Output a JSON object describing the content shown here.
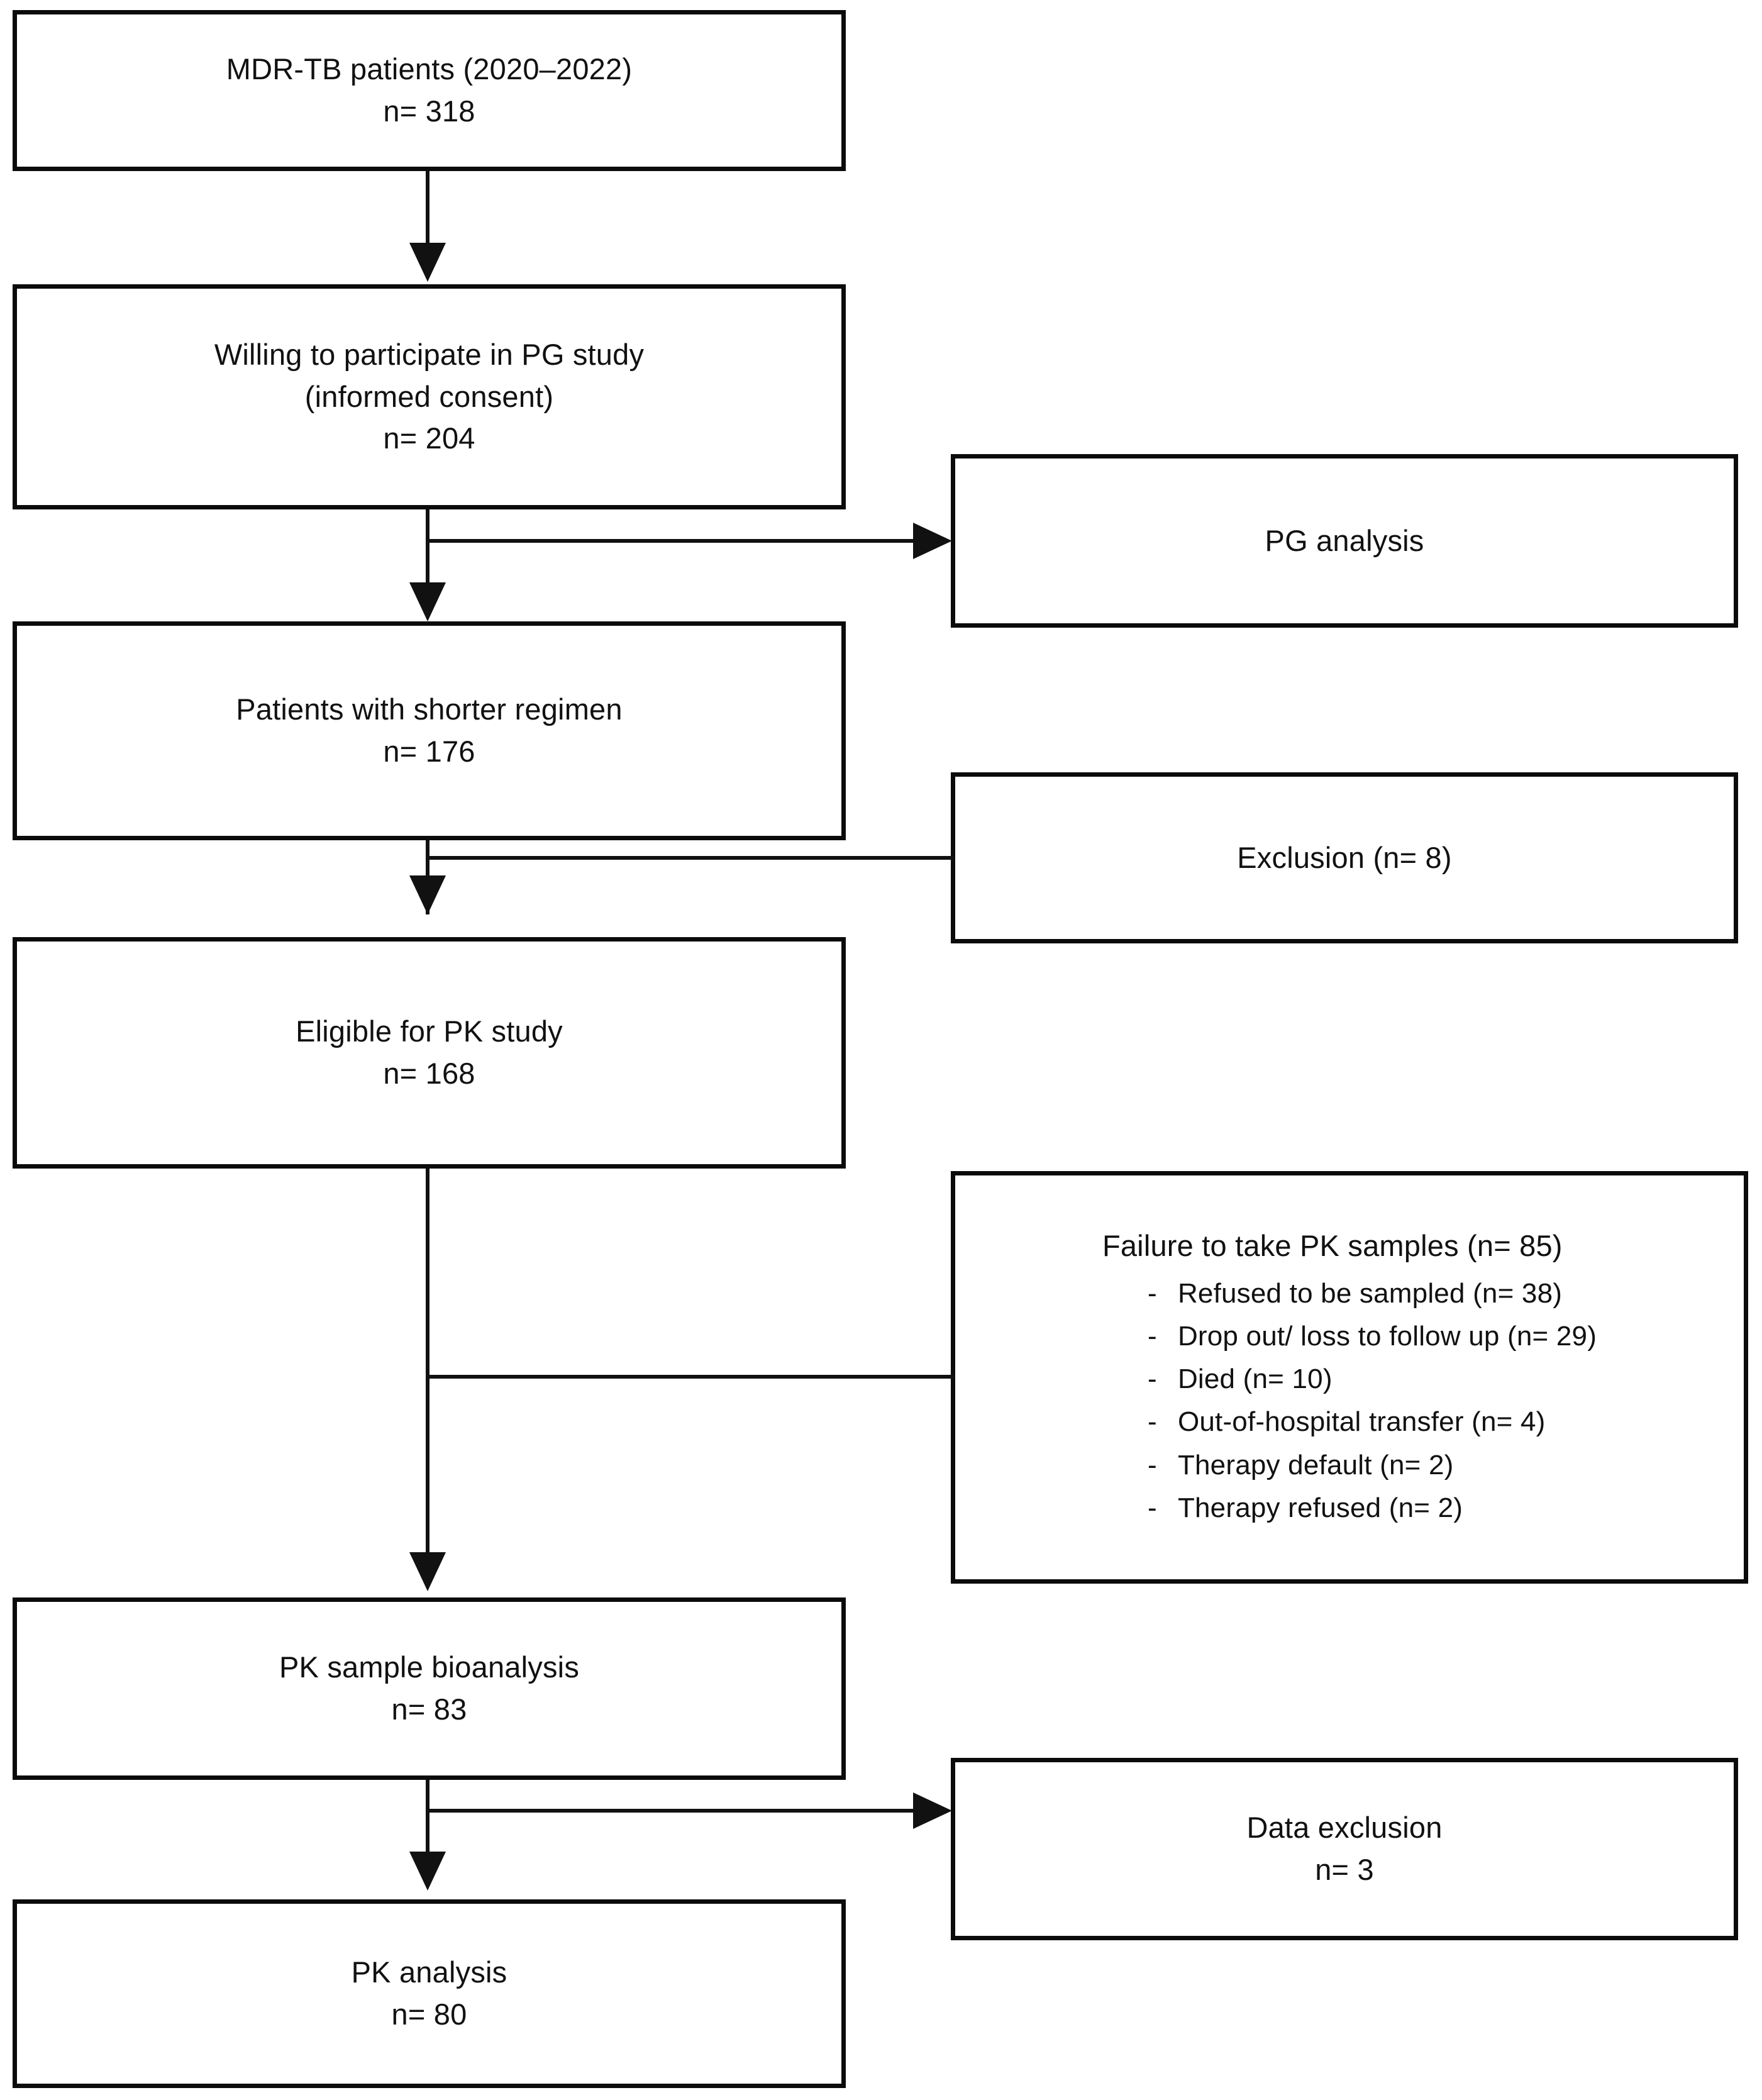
{
  "diagram": {
    "type": "study-flow-chart",
    "nodes": {
      "enrolled": {
        "lines": [
          "MDR-TB patients (2020–2022)",
          "n= 318"
        ]
      },
      "consented": {
        "lines": [
          "Willing to participate in PG study",
          "(informed consent)",
          "n= 204"
        ]
      },
      "pg_analysis": {
        "lines": [
          "PG analysis"
        ]
      },
      "shorter_regimen": {
        "lines": [
          "Patients with shorter regimen",
          "n= 176"
        ]
      },
      "exclusion": {
        "lines": [
          "Exclusion (n= 8)"
        ]
      },
      "eligible_pk": {
        "lines": [
          "Eligible for PK study",
          "n= 168"
        ]
      },
      "failure": {
        "title": "Failure to take PK samples (n= 85)",
        "bullets": [
          "Refused to be sampled (n= 38)",
          "Drop out/ loss to follow up (n= 29)",
          "Died (n= 10)",
          "Out-of-hospital transfer (n= 4)",
          "Therapy default (n= 2)",
          "Therapy refused (n= 2)"
        ]
      },
      "bioanalysis": {
        "lines": [
          "PK sample bioanalysis",
          "n= 83"
        ]
      },
      "data_exclusion": {
        "lines": [
          "Data exclusion",
          "n= 3"
        ]
      },
      "pk_analysis": {
        "lines": [
          "PK analysis",
          "n= 80"
        ]
      }
    },
    "colors": {
      "border": "#0b0b0b",
      "text": "#111111",
      "background": "#ffffff",
      "connector": "#111111"
    }
  }
}
